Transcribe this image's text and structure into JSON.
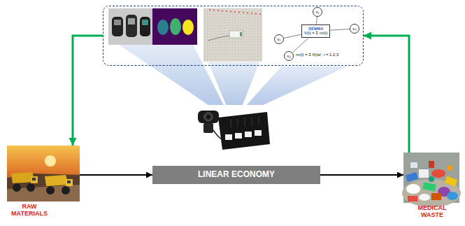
{
  "diagram": {
    "nodes": [
      {
        "text": []
      },
      {
        "text": [
          "v₁"
        ],
        "in": 0
      },
      {
        "text": [
          "v₂"
        ],
        "in": 0
      },
      {
        "text": [
          "DEMMA",
          "V(t) = Σ mᵢ(t)"
        ],
        "in": 0
      },
      {
        "text": [
          "v₃"
        ],
        "in": 0
      },
      {
        "text": [
          "v₄"
        ],
        "in": 0
      },
      {
        "text": [
          "RAW MATERIALS"
        ]
      },
      {
        "text": [
          "LINEAR ECONOMY"
        ]
      },
      {
        "text": [
          "MEDICAL WASTE"
        ]
      }
    ],
    "edges": [
      {
        "from": 6,
        "to": 7,
        "arrow": "to"
      },
      {
        "from": 7,
        "to": 8,
        "arrow": "to"
      },
      {
        "from": 8,
        "to": 0,
        "arrow": "to"
      },
      {
        "from": 0,
        "to": 6,
        "arrow": "to"
      },
      {
        "from": 1,
        "to": 3,
        "arrow": "none"
      },
      {
        "from": 2,
        "to": 3,
        "arrow": "none"
      },
      {
        "from": 4,
        "to": 3,
        "arrow": "none"
      },
      {
        "from": 5,
        "to": 3,
        "arrow": "none"
      }
    ],
    "labels": [
      "mᵢ(t) = Σ f(t)wⁱ, i = 1,2,3"
    ]
  }
}
